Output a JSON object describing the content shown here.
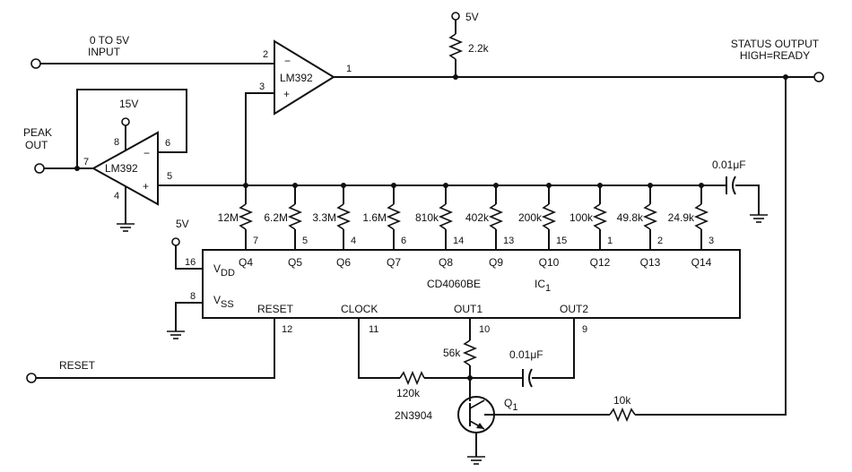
{
  "labels": {
    "input_line1": "0 TO 5V",
    "input_line2": "INPUT",
    "status_line1": "STATUS OUTPUT",
    "status_line2": "HIGH=READY",
    "peak_line1": "PEAK",
    "peak_line2": "OUT",
    "reset": "RESET",
    "v5_top": "5V",
    "v5_vdd": "5V",
    "v15": "15V",
    "r_pullup": "2.2k",
    "c_top": "0.01μF",
    "r_56k": "56k",
    "c_bottom": "0.01μF",
    "r_120k": "120k",
    "r_10k": "10k",
    "transistor_type": "2N3904",
    "transistor_ref_main": "Q",
    "transistor_ref_sub": "1"
  },
  "comparator": {
    "name": "LM392",
    "pin_minus": "2",
    "pin_plus": "3",
    "pin_out": "1",
    "sign_minus": "−",
    "sign_plus": "+"
  },
  "follower": {
    "name": "LM392",
    "pin_supply": "8",
    "pin_minus": "6",
    "pin_out": "7",
    "pin_plus": "5",
    "pin_gnd": "4",
    "sign_minus": "−",
    "sign_plus": "+"
  },
  "ic": {
    "part": "CD4060BE",
    "ref_main": "IC",
    "ref_sub": "1",
    "vdd_main": "V",
    "vdd_sub": "DD",
    "vss_main": "V",
    "vss_sub": "SS",
    "pin_vdd": "16",
    "pin_vss": "8",
    "reset_label": "RESET",
    "clock_label": "CLOCK",
    "out1_label": "OUT1",
    "out2_label": "OUT2",
    "pin_reset": "12",
    "pin_clock": "11",
    "pin_out1": "10",
    "pin_out2": "9"
  },
  "ladder": [
    {
      "r": "12M",
      "pin": "7",
      "q": "Q4"
    },
    {
      "r": "6.2M",
      "pin": "5",
      "q": "Q5"
    },
    {
      "r": "3.3M",
      "pin": "4",
      "q": "Q6"
    },
    {
      "r": "1.6M",
      "pin": "6",
      "q": "Q7"
    },
    {
      "r": "810k",
      "pin": "14",
      "q": "Q8"
    },
    {
      "r": "402k",
      "pin": "13",
      "q": "Q9"
    },
    {
      "r": "200k",
      "pin": "15",
      "q": "Q10"
    },
    {
      "r": "100k",
      "pin": "1",
      "q": "Q12"
    },
    {
      "r": "49.8k",
      "pin": "2",
      "q": "Q13"
    },
    {
      "r": "24.9k",
      "pin": "3",
      "q": "Q14"
    }
  ]
}
